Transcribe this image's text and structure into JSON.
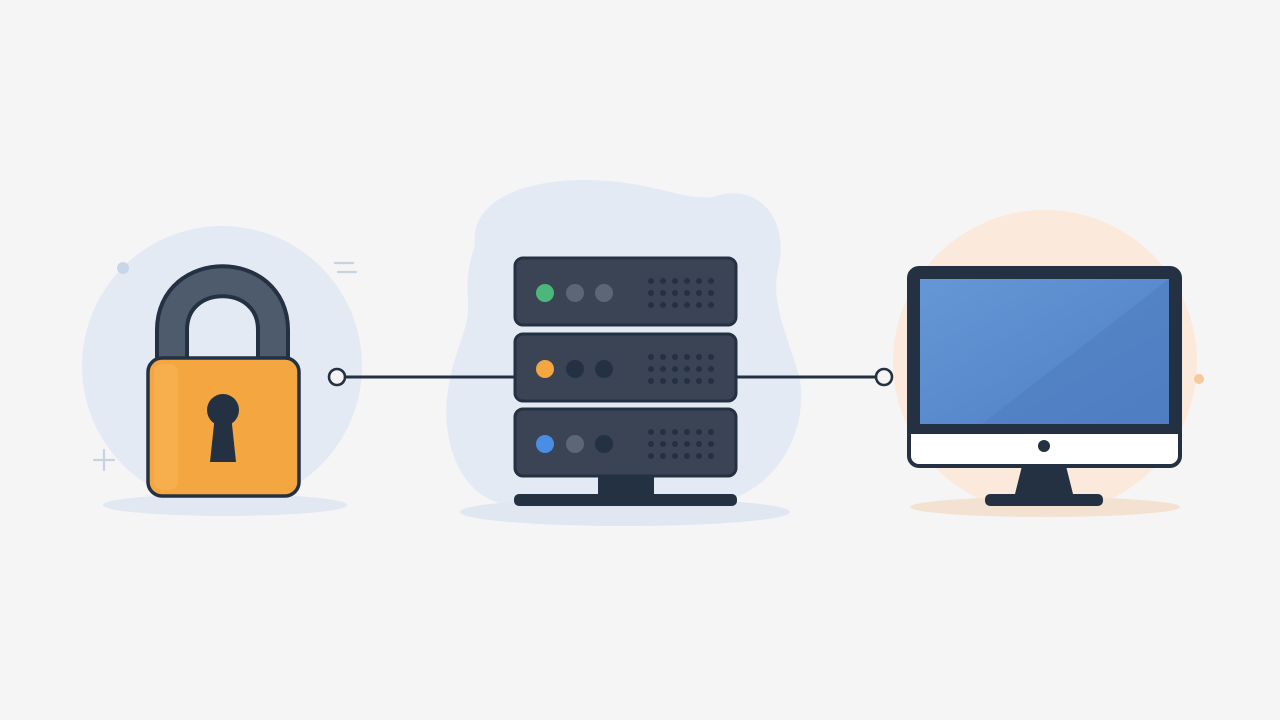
{
  "colors": {
    "background": "#f6f5f5",
    "outline": "#243143",
    "lock_body": "#f4a640",
    "lock_shackle": "#4d5b6c",
    "backdrop_blue": "#e3eaf4",
    "backdrop_orange": "#fbe8d6",
    "shadow": "#e2e8f1",
    "server_unit": "#3a4454",
    "led_green": "#4cb77a",
    "led_orange": "#f4a640",
    "led_blue": "#4a8ee4",
    "led_off": "#5c6676",
    "screen_blue": "#5b8fd2",
    "monitor_chin": "#ffffff"
  },
  "nodes": [
    {
      "id": "lock",
      "icon": "padlock-icon"
    },
    {
      "id": "server",
      "icon": "server-rack-icon",
      "units": 3,
      "leds": [
        "led_green",
        "led_orange",
        "led_blue"
      ]
    },
    {
      "id": "client",
      "icon": "desktop-monitor-icon"
    }
  ],
  "connectors": [
    {
      "from": "lock",
      "to": "server"
    },
    {
      "from": "server",
      "to": "client"
    }
  ]
}
